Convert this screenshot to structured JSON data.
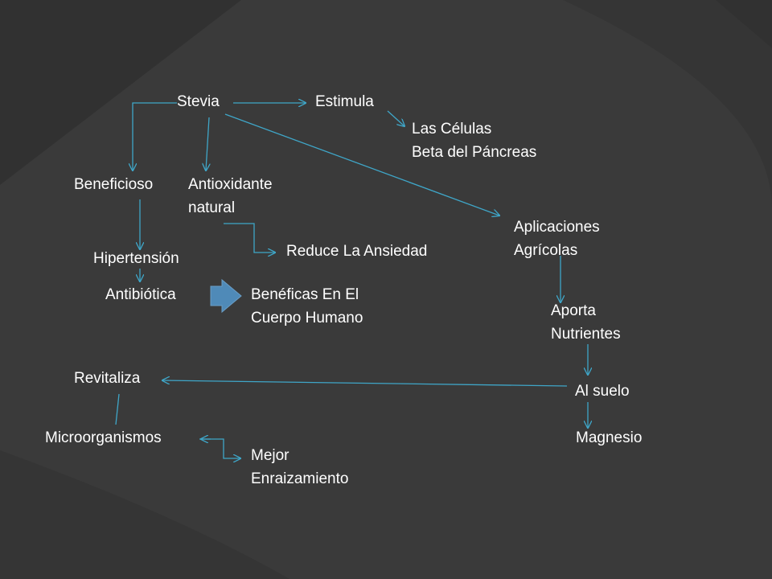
{
  "diagram": {
    "nodes": {
      "stevia": "Stevia",
      "estimula": "Estimula",
      "celulas": [
        "Las Células",
        "Beta del Páncreas"
      ],
      "beneficioso": "Beneficioso",
      "antioxidante": [
        "Antioxidante",
        "natural"
      ],
      "aplicaciones": [
        "Aplicaciones",
        "Agrícolas"
      ],
      "hipertension": "Hipertensión",
      "ansiedad": "Reduce La Ansiedad",
      "antibiotica": "Antibiótica",
      "beneficas": [
        "Benéficas En El",
        "Cuerpo Humano"
      ],
      "aporta": [
        "Aporta",
        "Nutrientes"
      ],
      "revitaliza": "Revitaliza",
      "suelo": "Al suelo",
      "microorganismos": "Microorganismos",
      "magnesio": "Magnesio",
      "enraizamiento": [
        "Mejor",
        "Enraizamiento"
      ]
    },
    "colors": {
      "background": "#3a3a3a",
      "text": "#ffffff",
      "connector": "#3fa6c8",
      "block_arrow": "#4f8ab8"
    }
  }
}
